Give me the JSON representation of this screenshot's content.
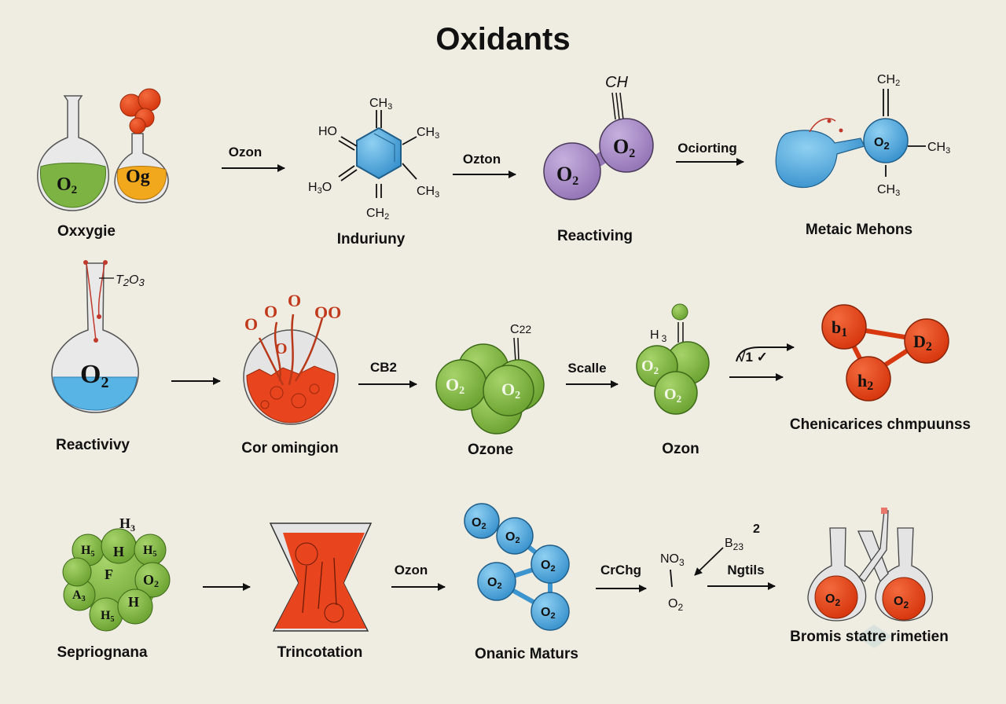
{
  "title": "Oxidants",
  "colors": {
    "background": "#efece2",
    "green": "#7cb342",
    "orange": "#f2a81d",
    "red": "#e8441e",
    "blue": "#4fa9dc",
    "purple": "#a88cc4",
    "glass": "#e6e6e6"
  },
  "rows": [
    {
      "items": [
        {
          "label": "Oxxygie",
          "formulas": [
            "O2",
            "Og"
          ]
        },
        {
          "arrow": "Ozon"
        },
        {
          "label": "Induriuny",
          "formulas": [
            "CH3",
            "HO",
            "CH3",
            "H3O",
            "CH3",
            "CH2"
          ]
        },
        {
          "arrow": "Ozton"
        },
        {
          "label": "Reactiving",
          "formulas": [
            "CH",
            "O2",
            "O2"
          ]
        },
        {
          "arrow": "Ociorting"
        },
        {
          "label": "Metaic Mehons",
          "formulas": [
            "CH2",
            "O2",
            "CH3",
            "CH3"
          ]
        }
      ]
    },
    {
      "items": [
        {
          "label": "Reactivivy",
          "formulas": [
            "T2O3",
            "O2"
          ]
        },
        {
          "arrow": ""
        },
        {
          "label": "Cor omingion",
          "formulas": [
            "O",
            "O",
            "O",
            "OO",
            "O"
          ]
        },
        {
          "arrow": "CB2"
        },
        {
          "label": "Ozone",
          "formulas": [
            "C22",
            "O2",
            "O2"
          ]
        },
        {
          "arrow": "Scalle"
        },
        {
          "label": "Ozon",
          "formulas": [
            "H3",
            "O2",
            "O2"
          ]
        },
        {
          "arrow": "√1 ✓"
        },
        {
          "label": "Chenicarices chmpuunss",
          "formulas": [
            "b1",
            "D2",
            "h2"
          ]
        }
      ]
    },
    {
      "items": [
        {
          "label": "Sepriognana",
          "formulas": [
            "H3",
            "H5",
            "H",
            "H5",
            "F",
            "O2",
            "A3",
            "H",
            "H5"
          ]
        },
        {
          "arrow": ""
        },
        {
          "label": "Trincotation"
        },
        {
          "arrow": "Ozon"
        },
        {
          "label": "Onanic Maturs",
          "formulas": [
            "O2",
            "O2",
            "O2",
            "O2",
            "O2"
          ]
        },
        {
          "arrow": "CrChg"
        },
        {
          "formulas": [
            "NO3",
            "O2",
            "B23",
            "2"
          ]
        },
        {
          "arrow": "Ngtils"
        },
        {
          "label": "Bromis statre rimetien",
          "formulas": [
            "O2",
            "O2"
          ]
        }
      ]
    }
  ],
  "labels": {
    "oxygen": "Oxxygie",
    "induriuny": "Induriuny",
    "reactiving": "Reactiving",
    "metaic": "Metaic Mehons",
    "reactivivy": "Reactivivy",
    "coromingion": "Cor omingion",
    "ozone": "Ozone",
    "ozon": "Ozon",
    "chenicarices": "Chenicarices chmpuunss",
    "sepriognana": "Sepriognana",
    "trincotation": "Trincotation",
    "onanic": "Onanic Maturs",
    "bromis": "Bromis statre rimetien"
  },
  "arrows": {
    "r1a": "Ozon",
    "r1b": "Ozton",
    "r1c": "Ociorting",
    "r2b": "CB2",
    "r2c": "Scalle",
    "r2d": "√1 ✓",
    "r3b": "Ozon",
    "r3c": "CrChg",
    "r3d": "Ngtils"
  },
  "formulas": {
    "flask1": "O",
    "flask1_sub": "2",
    "flask2": "Og",
    "ring_top": "CH",
    "ring_top_sub": "3",
    "ring_ho": "HO",
    "ring_r1": "CH",
    "ring_r1_sub": "3",
    "ring_h3o": "H",
    "ring_h3o_sub": "3",
    "ring_h3o_o": "O",
    "ring_r2": "CH",
    "ring_r2_sub": "3",
    "ring_bottom": "CH",
    "ring_bottom_sub": "2",
    "purple_top": "CH",
    "o2": "O",
    "sub2": "2",
    "metaic_top": "CH",
    "metaic_top_sub": "2",
    "metaic_right": "CH",
    "metaic_right_sub": "3",
    "metaic_bottom": "CH",
    "metaic_bottom_sub": "3",
    "t2o3": "T",
    "t2o3_a": "2",
    "t2o3_b": "O",
    "t2o3_c": "3",
    "o": "O",
    "oo": "OO",
    "c22": "C",
    "c22_sub": "22",
    "h3": "H",
    "h3_sub": "3",
    "b1": "b",
    "b1_sub": "1",
    "d2": "D",
    "h2": "h",
    "sep_h3": "H",
    "sep_h5": "H",
    "sep_h5_sub": "5",
    "sep_h": "H",
    "sep_f": "F",
    "sep_a3": "A",
    "sep_a3_sub": "3",
    "no3": "NO",
    "no3_sub": "3",
    "b23": "B",
    "b23_sub": "23",
    "sup2": "2"
  }
}
